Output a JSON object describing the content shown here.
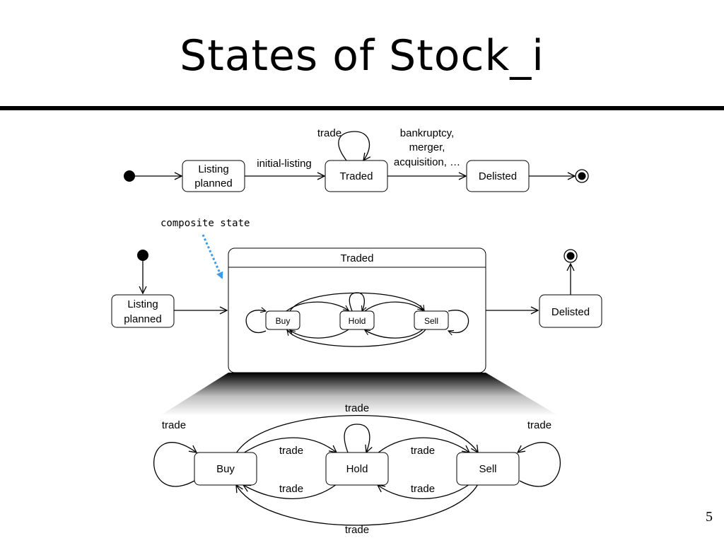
{
  "title": "States of Stock_i",
  "page_number": "5",
  "flat_diagram": {
    "states": {
      "listing": [
        "Listing",
        "planned"
      ],
      "traded": "Traded",
      "delisted": "Delisted"
    },
    "labels": {
      "trade": "trade",
      "initial_listing": "initial-listing",
      "end_events": [
        "bankruptcy,",
        "merger,",
        "acquisition, …"
      ]
    }
  },
  "composite_diagram": {
    "annotation": "composite state",
    "listing": [
      "Listing",
      "planned"
    ],
    "composite_title": "Traded",
    "substates": {
      "buy": "Buy",
      "hold": "Hold",
      "sell": "Sell"
    },
    "delisted": "Delisted"
  },
  "zoom_diagram": {
    "states": {
      "buy": "Buy",
      "hold": "Hold",
      "sell": "Sell"
    },
    "transition_label": "trade"
  },
  "colors": {
    "annotation_arrow": "#3d9be9",
    "ink": "#000000"
  }
}
